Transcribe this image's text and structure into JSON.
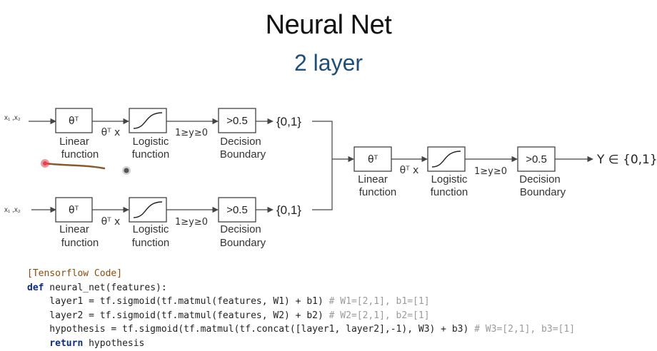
{
  "title": "Neural Net",
  "subtitle": "2 layer",
  "colors": {
    "subtitle": "#1f4e79",
    "keyword": "#0a2a8c",
    "comment": "#9a9a9a",
    "header": "#8a4b08",
    "pen_stroke": "#8b5a2b",
    "pen_dot": "#e8404f"
  },
  "diagram": {
    "inputs_top": "x₁ ,x₂",
    "inputs_bottom": "x₁ ,x₂",
    "theta_box": "θᵀ",
    "theta_x": "θᵀ x",
    "linear": [
      "Linear",
      "function"
    ],
    "logistic": [
      "Logistic",
      "function"
    ],
    "range": "1≥y≥0",
    "threshold": ">0.5",
    "decision": [
      "Decision",
      "Boundary"
    ],
    "set_out": "{0,1}",
    "final_out": "Y ∈ {0,1}"
  },
  "code": {
    "header": "[Tensorflow Code]",
    "def_kw": "def",
    "def_rest": " neural_net(features):",
    "l1_code": "    layer1 = tf.sigmoid(tf.matmul(features, W1) + b1) ",
    "l1_comment": "# W1=[2,1], b1=[1]",
    "l2_code": "    layer2 = tf.sigmoid(tf.matmul(features, W2) + b2) ",
    "l2_comment": "# W2=[2,1], b2=[1]",
    "l3_code": "    hypothesis = tf.sigmoid(tf.matmul(tf.concat([layer1, layer2],-1), W3) + b3) ",
    "l3_comment": "# W3=[2,1], b3=[1]",
    "ret_kw": "    return",
    "ret_rest": " hypothesis"
  }
}
